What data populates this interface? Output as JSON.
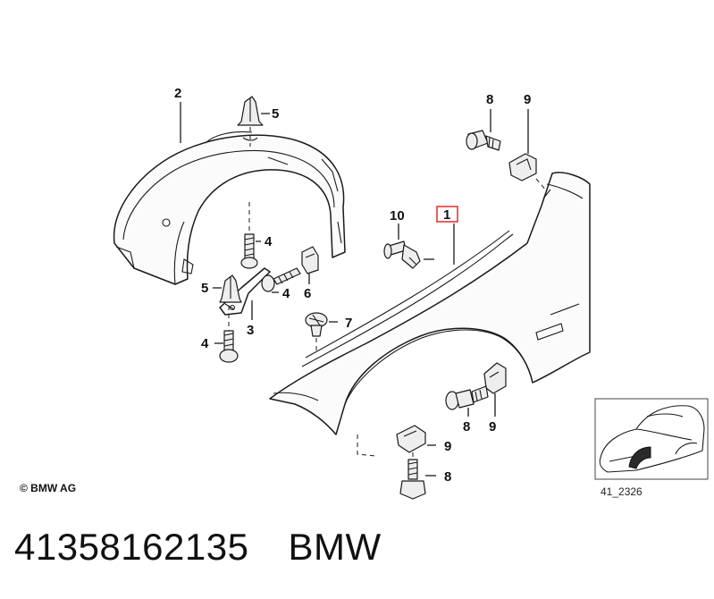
{
  "callouts": {
    "c1": "1",
    "c2": "2",
    "c3": "3",
    "c4a": "4",
    "c4b": "4",
    "c4c": "4",
    "c5a": "5",
    "c5b": "5",
    "c6": "6",
    "c7": "7",
    "c8a": "8",
    "c8b": "8",
    "c8c": "8",
    "c9a": "9",
    "c9b": "9",
    "c9c": "9",
    "c10": "10"
  },
  "highlight_color": "#e53935",
  "copyright": "© BMW AG",
  "ref_code": "41_2326",
  "part_number": "41358162135",
  "brand": "BMW"
}
